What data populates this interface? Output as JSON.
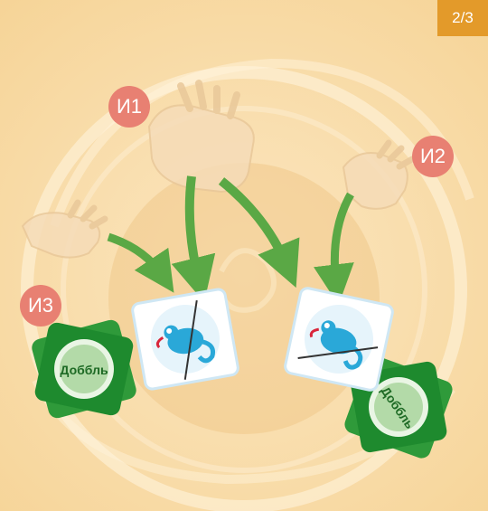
{
  "page_indicator": "2/3",
  "players": {
    "p1": "И1",
    "p2": "И2",
    "p3": "И3"
  },
  "colors": {
    "background": "#f9deae",
    "page_badge": "#e39a2a",
    "player_badge": "#e88072",
    "arrow": "#5aa845",
    "card_green": "#1e8a2e",
    "chameleon": "#2aa8d8"
  },
  "icons": [
    "hand-icon",
    "arrow-icon",
    "chameleon-card-icon",
    "dobble-card-back-icon"
  ]
}
